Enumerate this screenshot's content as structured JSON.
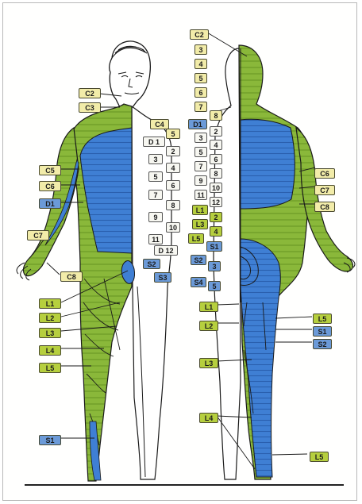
{
  "figure": {
    "colors": {
      "green": "#8ab83a",
      "green_dark": "#6c9a26",
      "blue": "#3f7fd4",
      "blue_dark": "#2a5fae",
      "line": "#1a1a1a",
      "label_cream": "#f2eca9",
      "label_blue": "#6b9ad8",
      "label_green": "#b6cf3e"
    },
    "front_labels_left": {
      "c2": "C2",
      "c3": "C3",
      "c5": "C5",
      "c6": "C6",
      "d1": "D1",
      "c7": "C7",
      "c8": "C8",
      "l1": "L1",
      "l2": "L2",
      "l3": "L3",
      "l4": "L4",
      "l5": "L5",
      "s1": "S1"
    },
    "front_labels_center": {
      "c4": "C4",
      "t1": "5",
      "d1": "D 1",
      "t2": "2",
      "t3": "3",
      "t4": "4",
      "t5": "5",
      "t6": "6",
      "t7": "7",
      "t8": "8",
      "t9": "9",
      "t10": "10",
      "t11": "11",
      "d12": "D 12",
      "s2": "S2",
      "s3": "S3"
    },
    "back_labels_spine": {
      "c2": "C2",
      "c3": "3",
      "c4": "4",
      "c5": "5",
      "c6": "6",
      "c7": "7",
      "c8": "8",
      "d1": "D1",
      "d2": "2",
      "d3": "3",
      "d4": "4",
      "d5": "5",
      "d6": "6",
      "d7": "7",
      "d8": "8",
      "d9": "9",
      "d10": "10",
      "d11": "11",
      "d12": "12",
      "l1": "L1",
      "l2": "2",
      "l3": "L3",
      "l4": "4",
      "l5": "L5",
      "s1": "S1",
      "s2": "S2",
      "s3": "3",
      "s4": "S4",
      "s5": "5"
    },
    "back_labels_left": {
      "l1": "L1",
      "l2": "L2",
      "l3": "L3",
      "l4": "L4"
    },
    "back_labels_right": {
      "c6": "C6",
      "c7": "C7",
      "c8": "C8",
      "l5": "L5",
      "s1": "S1",
      "s2": "S2",
      "l5b": "L5"
    }
  }
}
